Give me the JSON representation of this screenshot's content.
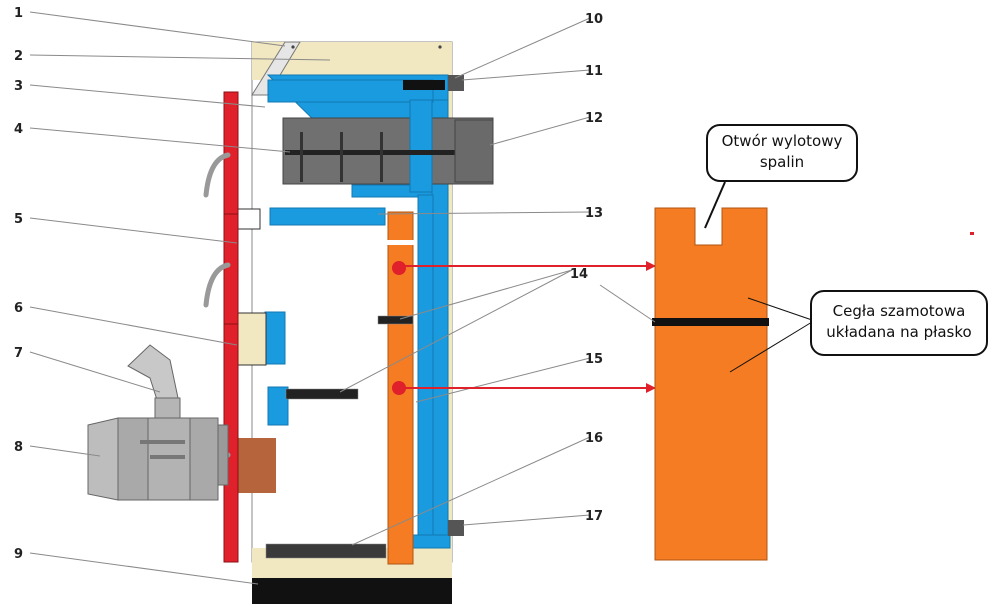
{
  "labels": {
    "n1": "1",
    "n2": "2",
    "n3": "3",
    "n4": "4",
    "n5": "5",
    "n6": "6",
    "n7": "7",
    "n8": "8",
    "n9": "9",
    "n10": "10",
    "n11": "11",
    "n12": "12",
    "n13": "13",
    "n14": "14",
    "n15": "15",
    "n16": "16",
    "n17": "17"
  },
  "callouts": {
    "outlet_line1": "Otwór wylotowy",
    "outlet_line2": "spalin",
    "brick_line1": "Cegła szamotowa",
    "brick_line2": "układana na płasko"
  },
  "colors": {
    "water_jacket": "#1a9be0",
    "firebrick": "#f57c22",
    "door": "#e0202a",
    "insulation": "#f1e7c0",
    "arrow": "#e0202a",
    "burner": "#a9a9a9",
    "fan_housing": "#707070",
    "ash_pan": "#b5643b",
    "base": "#111111"
  }
}
